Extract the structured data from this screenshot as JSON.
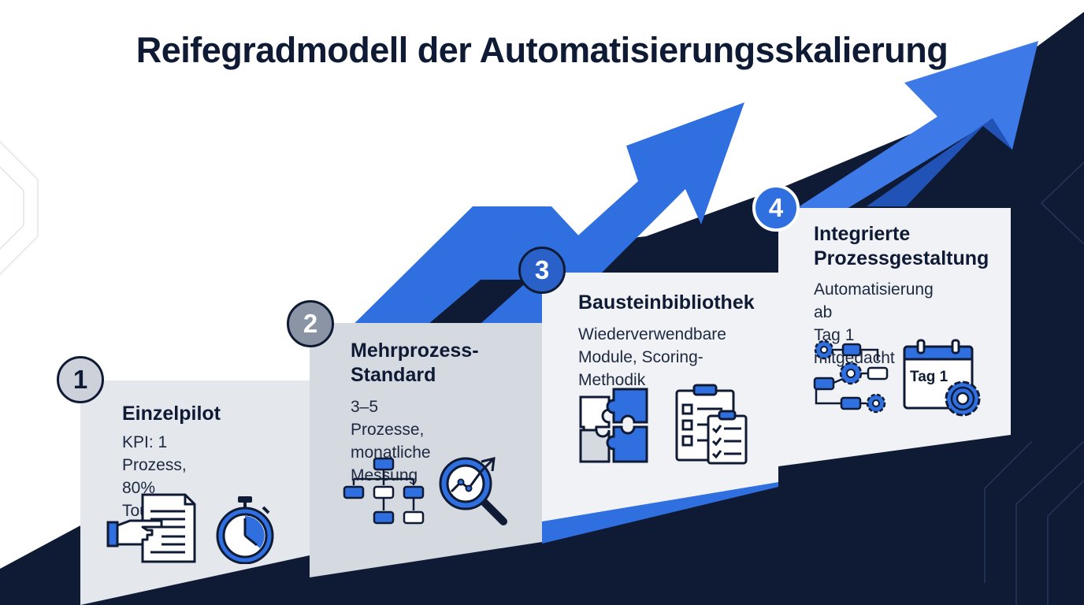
{
  "title": "Reifegradmodell der Automatisierungsskalierung",
  "colors": {
    "navy": "#0f1b35",
    "blue": "#2f6fe0",
    "blue_light": "#3d7ae8",
    "card1": "#e4e7ec",
    "card2": "#d5d9e0",
    "card3": "#f1f2f5",
    "card4": "#f1f2f5"
  },
  "stages": [
    {
      "number": "1",
      "heading": [
        "Einzelpilot"
      ],
      "description": [
        "KPI: 1 Prozess,",
        "80% Touchless"
      ],
      "icons": [
        "hand-pointing-document-icon",
        "stopwatch-icon"
      ]
    },
    {
      "number": "2",
      "heading": [
        "Mehrprozess-",
        "Standard"
      ],
      "description": [
        "3–5 Prozesse,",
        "monatliche Messung"
      ],
      "icons": [
        "process-flowchart-icon",
        "magnifier-trend-icon"
      ]
    },
    {
      "number": "3",
      "heading": [
        "Bausteinbibliothek"
      ],
      "description": [
        "Wiederverwendbare",
        "Module, Scoring-Methodik"
      ],
      "icons": [
        "puzzle-icon",
        "checklist-clipboard-icon"
      ]
    },
    {
      "number": "4",
      "heading": [
        "Integrierte",
        "Prozessgestaltung"
      ],
      "description": [
        "Automatisierung ab",
        "Tag 1 mitgedacht"
      ],
      "icons": [
        "gear-workflow-icon",
        "calendar-gear-icon"
      ],
      "calendar_label": "Tag 1"
    }
  ]
}
